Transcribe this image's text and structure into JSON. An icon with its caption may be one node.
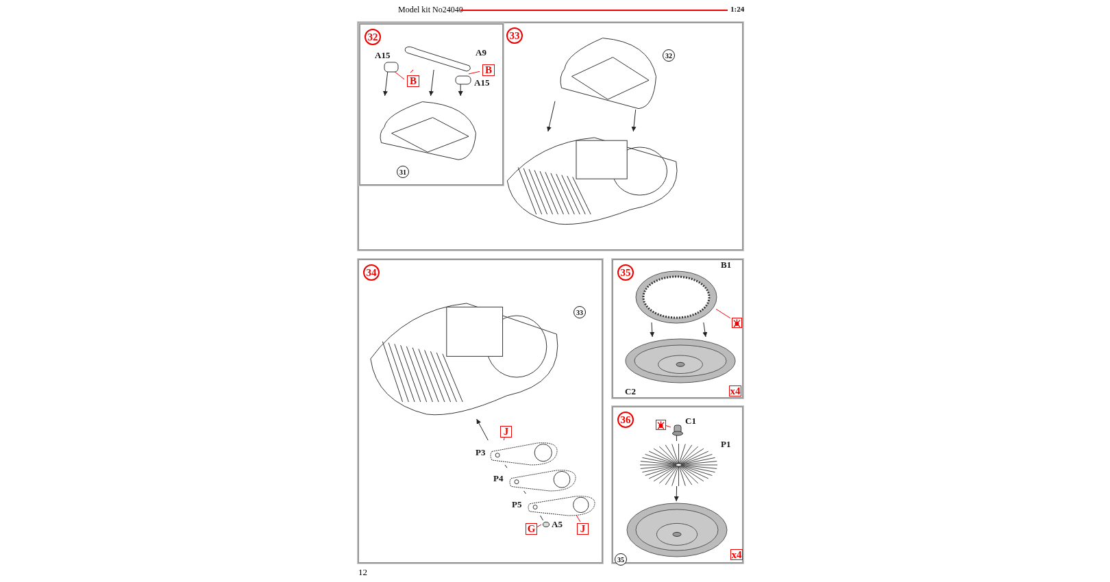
{
  "diagram": {
    "title": "Model kit No24040",
    "nodes": [
      {
        "text": [
          "33"
        ]
      },
      {
        "text": [
          "32"
        ],
        "in": 0
      },
      {
        "text": [],
        "shape": "box",
        "beside": [
          "A15"
        ],
        "in": 1
      },
      {
        "text": [],
        "shape": "picture",
        "beside": [
          "A9"
        ],
        "in": 1
      },
      {
        "text": [],
        "shape": "box",
        "beside": [
          "A15"
        ],
        "in": 1
      },
      {
        "text": [],
        "shape": "picture",
        "beside": [
          "31"
        ],
        "in": 1
      },
      {
        "text": [
          "B"
        ],
        "in": 1
      },
      {
        "text": [
          "B"
        ],
        "in": 1
      },
      {
        "text": [],
        "shape": "picture",
        "beside": [
          "32"
        ],
        "in": 0
      },
      {
        "text": [],
        "shape": "picture",
        "in": 0
      },
      {
        "text": [
          "34"
        ]
      },
      {
        "text": [],
        "shape": "picture",
        "beside": [
          "33"
        ],
        "in": 10
      },
      {
        "text": [],
        "shape": "picture",
        "beside": [
          "P3"
        ],
        "in": 10
      },
      {
        "text": [],
        "shape": "picture",
        "beside": [
          "P4"
        ],
        "in": 10
      },
      {
        "text": [],
        "shape": "picture",
        "beside": [
          "P5"
        ],
        "in": 10
      },
      {
        "text": [],
        "shape": "circle",
        "beside": [
          "A5"
        ],
        "in": 10
      },
      {
        "text": [
          "J"
        ],
        "in": 10
      },
      {
        "text": [
          "G"
        ],
        "in": 10
      },
      {
        "text": [
          "J"
        ],
        "in": 10
      },
      {
        "text": [
          "35"
        ]
      },
      {
        "text": [],
        "shape": "picture",
        "beside": [
          "B1"
        ],
        "in": 19
      },
      {
        "text": [],
        "shape": "picture",
        "beside": [
          "C2"
        ],
        "in": 19
      },
      {
        "text": [],
        "shape": "picture",
        "in": 19
      },
      {
        "text": [
          "x4"
        ],
        "in": 19
      },
      {
        "text": [
          "36"
        ]
      },
      {
        "text": [],
        "shape": "cylinder",
        "beside": [
          "C1"
        ],
        "in": 24
      },
      {
        "text": [],
        "shape": "picture",
        "beside": [
          "P1"
        ],
        "in": 24
      },
      {
        "text": [],
        "shape": "picture",
        "beside": [
          "35"
        ],
        "in": 24
      },
      {
        "text": [],
        "shape": "picture",
        "in": 24
      },
      {
        "text": [
          "x4"
        ],
        "in": 24
      }
    ],
    "edges": [
      {
        "from": 6,
        "to": 2,
        "arrow": "none",
        "color": "#ff0000"
      },
      {
        "from": 6,
        "to": 3,
        "arrow": "none",
        "color": "#ff0000"
      },
      {
        "from": 7,
        "to": 4,
        "arrow": "none",
        "color": "#ff0000"
      },
      {
        "from": 2,
        "to": 5,
        "arrow": "to"
      },
      {
        "from": 3,
        "to": 5,
        "arrow": "to"
      },
      {
        "from": 4,
        "to": 5,
        "arrow": "to"
      },
      {
        "from": 8,
        "to": 9,
        "arrow": "to"
      },
      {
        "from": 8,
        "to": 9,
        "arrow": "to"
      },
      {
        "from": 16,
        "to": 12,
        "arrow": "none",
        "color": "#ff0000"
      },
      {
        "from": 17,
        "to": 15,
        "arrow": "none",
        "color": "#ff0000"
      },
      {
        "from": 18,
        "to": 14,
        "arrow": "none",
        "color": "#ff0000"
      },
      {
        "from": 15,
        "to": 14,
        "arrow": "none"
      },
      {
        "from": 14,
        "to": 13,
        "arrow": "none"
      },
      {
        "from": 13,
        "to": 12,
        "arrow": "none"
      },
      {
        "from": 12,
        "to": 11,
        "arrow": "to"
      },
      {
        "from": 22,
        "to": 20,
        "arrow": "none",
        "color": "#ff0000"
      },
      {
        "from": 20,
        "to": 21,
        "arrow": "to"
      },
      {
        "from": 20,
        "to": 21,
        "arrow": "to"
      },
      {
        "from": 28,
        "to": 25,
        "arrow": "none",
        "color": "#ff0000"
      },
      {
        "from": 25,
        "to": 26,
        "arrow": "none"
      },
      {
        "from": 26,
        "to": 27,
        "arrow": "to"
      }
    ],
    "labels": [
      "1:24",
      "12"
    ]
  }
}
